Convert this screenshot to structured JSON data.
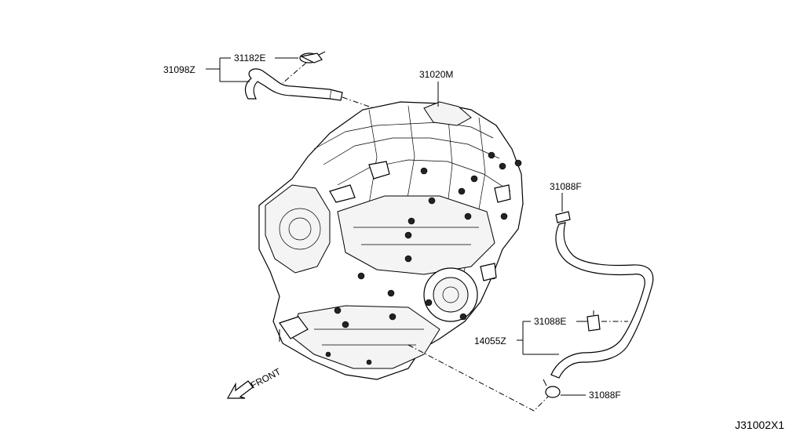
{
  "labels": {
    "l31098Z": "31098Z",
    "l31182E": "31182E",
    "l31020M": "31020M",
    "l31088F_top": "31088F",
    "l31088E": "31088E",
    "l14055Z": "14055Z",
    "l31088F_bottom": "31088F",
    "front": "FRONT",
    "code": "J31002X1"
  }
}
